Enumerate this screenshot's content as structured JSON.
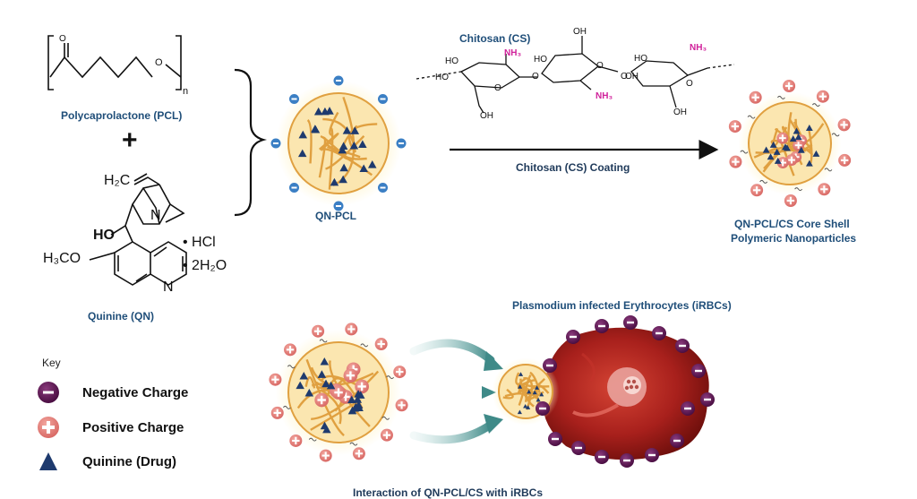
{
  "labels": {
    "pcl": "Polycaprolactone (PCL)",
    "plus": "+",
    "qn": "Quinine (QN)",
    "qn_pcl": "QN-PCL",
    "chitosan": "Chitosan (CS)",
    "coating": "Chitosan (CS) Coating",
    "core_shell_line1": "QN-PCL/CS  Core Shell",
    "core_shell_line2": "Polymeric Nanoparticles",
    "irbc": "Plasmodium infected Erythrocytes (iRBCs)",
    "interaction": "Interaction of QN-PCL/CS with iRBCs"
  },
  "chem": {
    "pcl_o_carbonyl": "O",
    "pcl_o_ester": "O",
    "pcl_n": "n",
    "h2c": "H₂C",
    "n_atom": "N",
    "ho": "HO",
    "h3co": "H₃CO",
    "n_quinoline": "N",
    "hcl": "• HCl",
    "water": "• 2H₂O",
    "cs_oh": [
      "HO",
      "HO",
      "OH",
      "HO",
      "HO",
      "OH",
      "OH",
      "OH"
    ],
    "cs_nh3": [
      "NH₃",
      "NH₃",
      "NH₃"
    ],
    "cs_o": [
      "O",
      "O",
      "O",
      "O",
      "O"
    ]
  },
  "key": {
    "title": "Key",
    "items": [
      {
        "label": "Negative Charge",
        "icon": "negative-charge-icon"
      },
      {
        "label": "Positive Charge",
        "icon": "positive-charge-icon"
      },
      {
        "label": "Quinine (Drug)",
        "icon": "quinine-triangle-icon"
      }
    ]
  },
  "colors": {
    "label_blue": "#1f4e79",
    "fiber_orange": "#e0a040",
    "negative_blue": "#3b7fc4",
    "negative_purple": "#6a1a5e",
    "positive_pink": "#e07b7b",
    "drug_navy": "#1e3a6e",
    "nh3_magenta": "#d0209a",
    "rbc_red": "#a8201c",
    "arrow_teal": "#3f8a88"
  }
}
